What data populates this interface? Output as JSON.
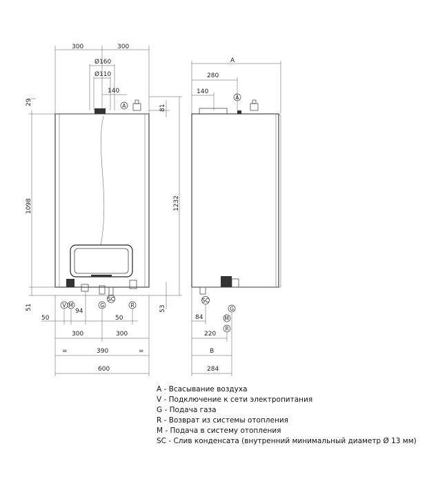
{
  "front_view": {
    "dims": {
      "top_left": "300",
      "top_right": "300",
      "d160": "Ø160",
      "d110": "Ø110",
      "d140": "140",
      "left_29": "29",
      "left_1098": "1098",
      "left_51": "51",
      "right_81": "81",
      "right_1232": "1232",
      "right_53": "53",
      "b50_left": "50",
      "b94": "94",
      "b50_right": "50",
      "b300_left": "300",
      "b300_right": "300",
      "b390": "390",
      "b600": "600"
    },
    "markers": {
      "A": "A",
      "V": "V",
      "M": "M",
      "G": "G",
      "SC": "SC",
      "R": "R"
    }
  },
  "side_view": {
    "dims": {
      "top_A": "A",
      "d280": "280",
      "d140": "140",
      "b84": "84",
      "b220": "220",
      "bB": "B",
      "b284": "284"
    },
    "markers": {
      "A": "A",
      "SC": "SC",
      "G": "G",
      "M": "M",
      "R": "R"
    }
  },
  "legend": [
    "A - Всасывание воздуха",
    "V - Подключение к сети электропитания",
    "G - Подача газа",
    "R - Возврат из системы отопления",
    "M - Подача в систему отопления",
    "SC - Слив конденсата (внутренний минимальный диаметр Ø 13 мм)"
  ]
}
